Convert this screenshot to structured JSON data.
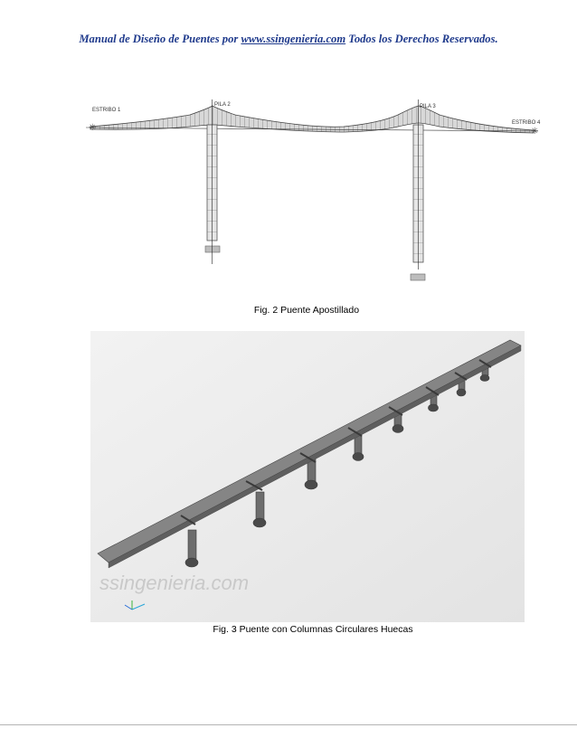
{
  "header": {
    "prefix": "Manual de Diseño de Puentes por ",
    "link": "www.ssingenieria.com",
    "suffix": " Todos los Derechos Reservados."
  },
  "figure1": {
    "labels": {
      "estribo1": "ESTRIBO 1",
      "pila2": "PILA 2",
      "pila3": "PILA 3",
      "estribo4": "ESTRIBO 4"
    },
    "caption": "Fig. 2  Puente Apostillado"
  },
  "figure2": {
    "watermark": "ssingenieria.com",
    "caption": "Fig. 3  Puente con Columnas Circulares Huecas"
  },
  "colors": {
    "header": "#1f3a8c",
    "deck": "#7a7a7a",
    "structure": "#555555"
  }
}
